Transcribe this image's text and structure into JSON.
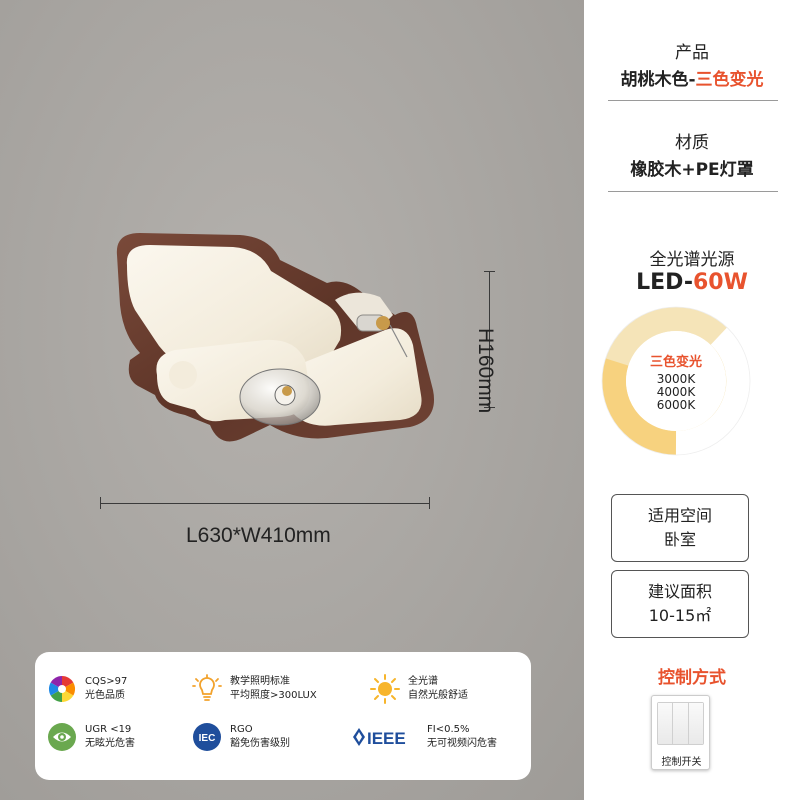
{
  "product": {
    "label": "产品",
    "value_main": "胡桃木色-",
    "value_accent": "三色变光"
  },
  "material": {
    "label": "材质",
    "value": "橡胶木+PE灯罩"
  },
  "light_source": {
    "label": "全光谱光源",
    "value_main": "LED-",
    "value_accent": "60W"
  },
  "color_ring": {
    "tag": "三色变光",
    "temps": [
      "3000K",
      "4000K",
      "6000K"
    ],
    "colors": [
      "#f5e4b8",
      "#f7d27f",
      "#ffffff"
    ]
  },
  "space": {
    "label": "适用空间",
    "value": "卧室"
  },
  "area": {
    "label": "建议面积",
    "value": "10-15㎡"
  },
  "control": {
    "title": "控制方式",
    "switch_label": "控制开关"
  },
  "dimensions": {
    "height": "H160mm",
    "size": "L630*W410mm"
  },
  "features": [
    {
      "icon": "color-wheel-icon",
      "line1": "CQS>97",
      "line2": "光色品质"
    },
    {
      "icon": "lightbulb-icon",
      "line1": "教学照明标准",
      "line2": "平均照度>300LUX"
    },
    {
      "icon": "sun-icon",
      "line1": "全光谱",
      "line2": "自然光般舒适"
    },
    {
      "icon": "eye-icon",
      "line1": "UGR <19",
      "line2": "无眩光危害"
    },
    {
      "icon": "iec-icon",
      "icon_text": "IEC",
      "line1": "RGO",
      "line2": "豁免伤害级别"
    },
    {
      "icon": "ieee-icon",
      "icon_text": "IEEE",
      "line1": "FI<0.5%",
      "line2": "无可视频闪危害"
    }
  ],
  "colors": {
    "accent": "#e8532e",
    "wood": "#6b4032",
    "shade": "#f6f1e6",
    "background": "#a9a6a2"
  }
}
